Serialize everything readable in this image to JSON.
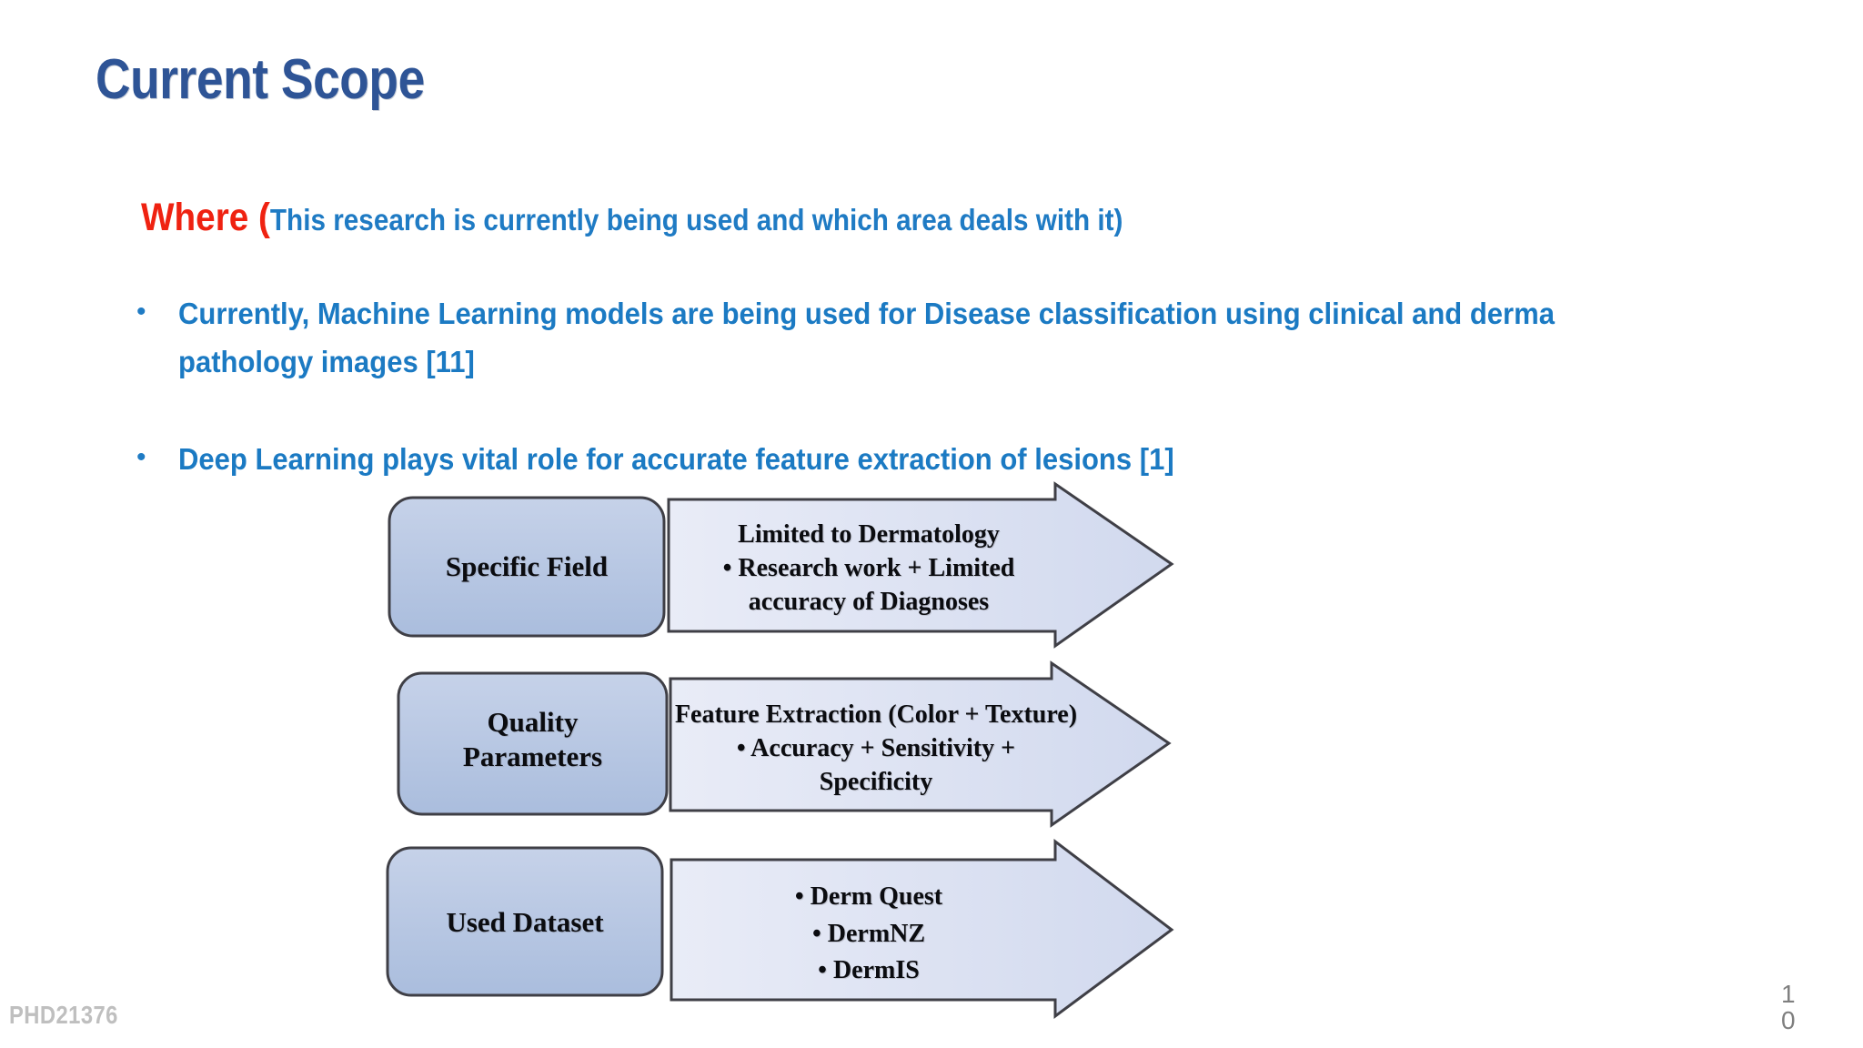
{
  "slide": {
    "title": "Current Scope",
    "title_color": "#2e5496",
    "background": "#ffffff"
  },
  "where_line": {
    "highlight": "Where (",
    "highlight_color": "#ef2211",
    "rest": "This research is currently being used and which area deals with it)",
    "rest_color": "#1f7bc4"
  },
  "bullets": [
    {
      "marker": "•",
      "text": "Currently, Machine Learning models are being used for Disease classification  using clinical and derma pathology images [11]"
    },
    {
      "marker": "•",
      "text": "Deep Learning plays vital role for accurate feature extraction of lesions [1]"
    }
  ],
  "diagram": {
    "box_fill_top": "#c3d0e8",
    "box_fill_bottom": "#adc0df",
    "arrow_fill_left": "#e6eaf6",
    "arrow_fill_right": "#d3daee",
    "outline_color": "#3f3f46",
    "rows": [
      {
        "label": "Specific Field",
        "arrow_lines": [
          "Limited to Dermatology",
          "• Research work  +  Limited",
          "accuracy of  Diagnoses"
        ]
      },
      {
        "label": "Quality\nParameters",
        "label_line_1": "Quality",
        "label_line_2": "Parameters",
        "arrow_lines": [
          "Feature Extraction (Color + Texture)",
          "• Accuracy  + Sensitivity +",
          "Specificity"
        ]
      },
      {
        "label": "Used Dataset",
        "arrow_lines": [
          "•    Derm Quest",
          "•    DermNZ",
          "•    DermIS"
        ]
      }
    ]
  },
  "footer": {
    "watermark": "PHD21376",
    "page_number": "10"
  }
}
